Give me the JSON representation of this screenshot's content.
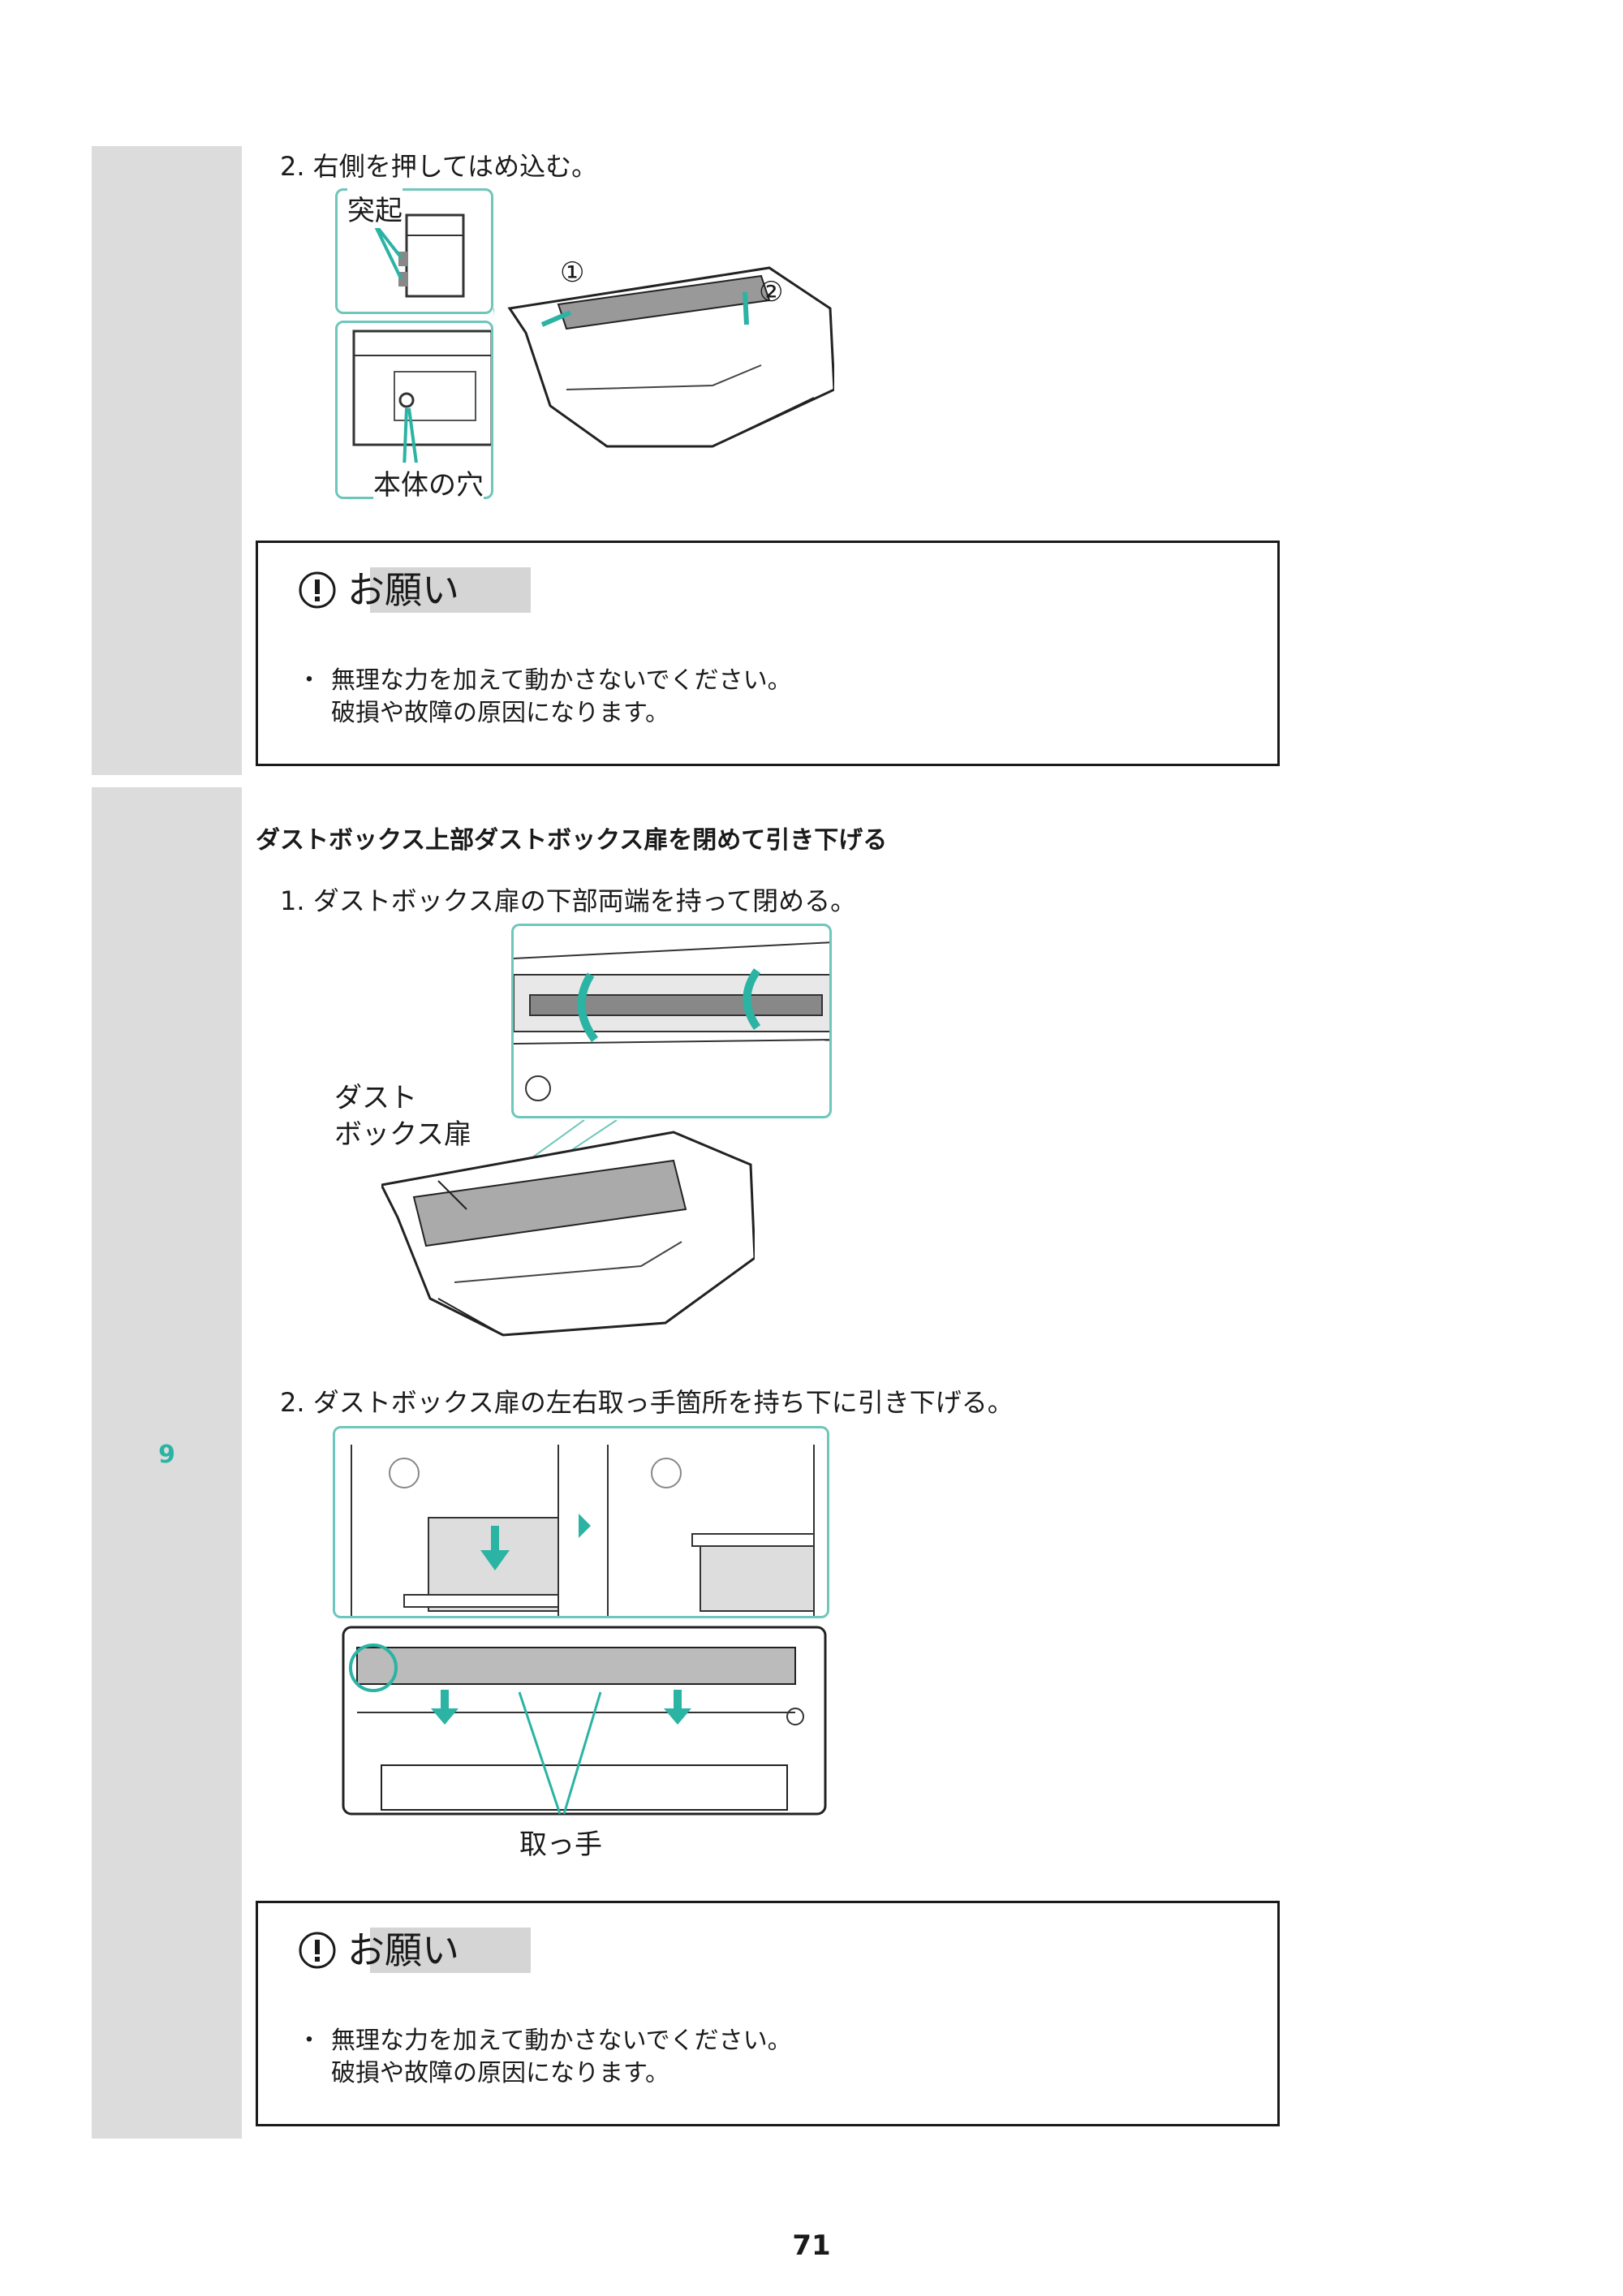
{
  "section_top": {
    "substep": "2. 右側を押してはめ込む。",
    "label_protrusion": "突起",
    "label_body_hole": "本体の穴",
    "marker_1": "①",
    "marker_2": "②"
  },
  "notice_1": {
    "title": "お願い",
    "bullet": "・",
    "line1": "無理な力を加えて動かさないでください。",
    "line2": "破損や故障の原因になります。"
  },
  "step9": {
    "number": "9",
    "heading": "ダストボックス上部ダストボックス扉を閉めて引き下げる",
    "substep1": "1. ダストボックス扉の下部両端を持って閉める。",
    "label_dust_line1": "ダスト",
    "label_dust_line2": "ボックス扉",
    "substep2": "2. ダストボックス扉の左右取っ手箇所を持ち下に引き下げる。",
    "label_handle": "取っ手"
  },
  "notice_2": {
    "title": "お願い",
    "bullet": "・",
    "line1": "無理な力を加えて動かさないでください。",
    "line2": "破損や故障の原因になります。"
  },
  "page_number": "71",
  "colors": {
    "accent": "#2bb3a4",
    "gray_column": "#dcdcdc",
    "inset_border": "#6fc6ba"
  }
}
